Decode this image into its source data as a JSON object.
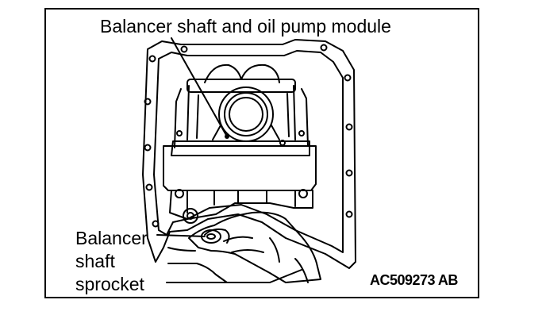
{
  "callouts": {
    "module": "Balancer shaft and oil pump module",
    "sprocket_line1": "Balancer",
    "sprocket_line2": "shaft",
    "sprocket_line3": "sprocket"
  },
  "figure_code": "AC509273 AB"
}
